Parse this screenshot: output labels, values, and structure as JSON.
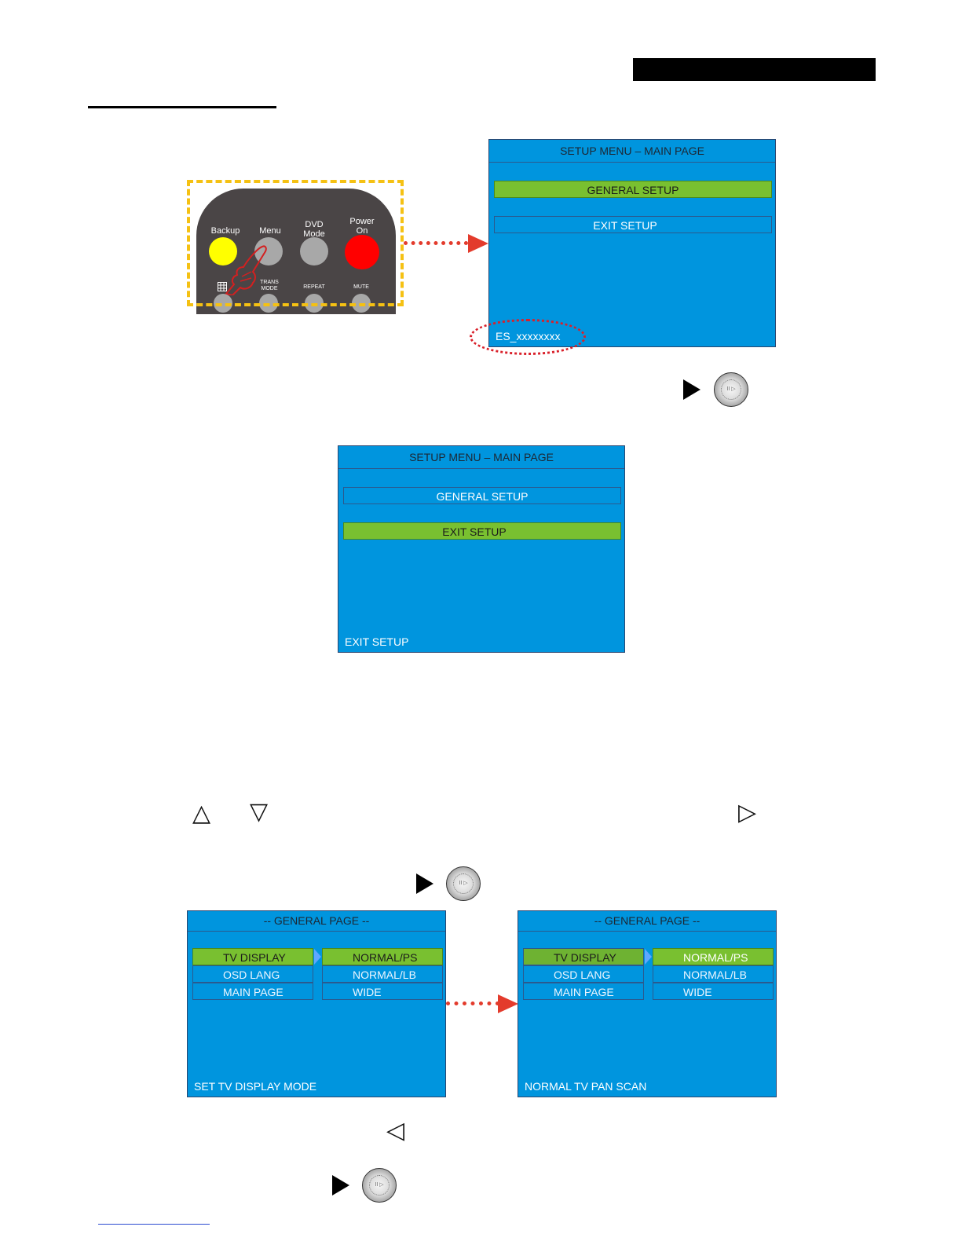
{
  "remote": {
    "labels": {
      "backup": "Backup",
      "menu": "Menu",
      "dvd_mode": "DVD\nMode",
      "power_on": "Power\nOn",
      "trans_mode": "TRANS\nMODE",
      "repeat": "REPEAT",
      "mute": "MUTE"
    },
    "colors": {
      "backup": "#ffff00",
      "power": "#ff0000",
      "button": "#a8a8a8",
      "body": "#4a4546"
    }
  },
  "screen1": {
    "title": "SETUP MENU – MAIN PAGE",
    "items": [
      "GENERAL SETUP",
      "EXIT SETUP"
    ],
    "selected_index": 0,
    "status": "ES_xxxxxxxx"
  },
  "screen2": {
    "title": "SETUP MENU – MAIN PAGE",
    "items": [
      "GENERAL SETUP",
      "EXIT SETUP"
    ],
    "selected_index": 1,
    "status": "EXIT SETUP"
  },
  "general_page_a": {
    "title": "-- GENERAL PAGE --",
    "menu": [
      "TV DISPLAY",
      "OSD LANG",
      "MAIN PAGE"
    ],
    "options": [
      "NORMAL/PS",
      "NORMAL/LB",
      "WIDE"
    ],
    "status": "SET TV DISPLAY MODE"
  },
  "general_page_b": {
    "title": "-- GENERAL PAGE --",
    "menu": [
      "TV DISPLAY",
      "OSD LANG",
      "MAIN PAGE"
    ],
    "options": [
      "NORMAL/PS",
      "NORMAL/LB",
      "WIDE"
    ],
    "status": "NORMAL TV PAN SCAN"
  },
  "icons": {
    "up": "△",
    "down": "▽",
    "right": "▷",
    "left": "◁",
    "dial_text": "II ▷"
  },
  "colors": {
    "screen_bg": "#0095de",
    "selected": "#79c030",
    "arrow": "#e33b2c",
    "dashed_frame": "#f5c113"
  }
}
